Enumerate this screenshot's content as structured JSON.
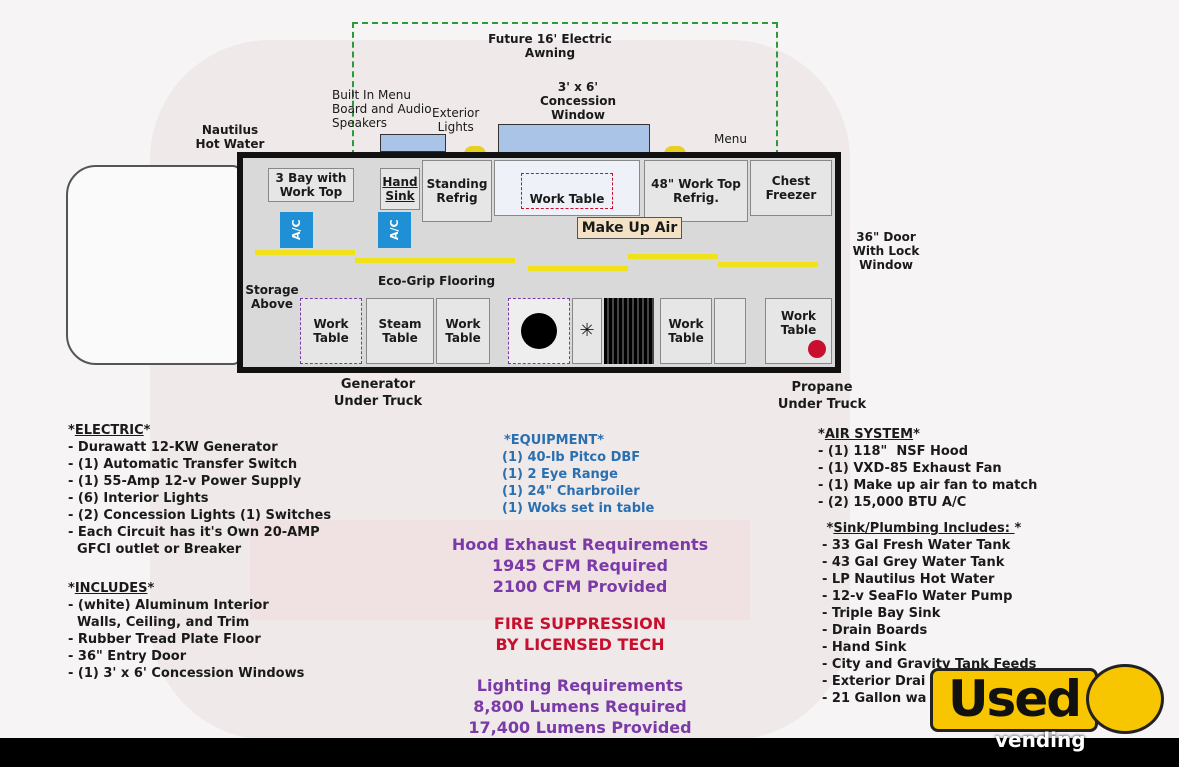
{
  "labels": {
    "awning": "Future 16' Electric\nAwning",
    "window": "3' x 6'\nConcession\nWindow",
    "menu_board": "Built In Menu\nBoard and Audio\nSpeakers",
    "ext_lights": "Exterior\nLights",
    "menu": "Menu",
    "nautilus": "Nautilus\nHot Water",
    "door": "36\" Door\nWith Lock\nWindow",
    "generator": "Generator\nUnder Truck",
    "propane": "Propane\nUnder Truck",
    "storage": "Storage\nAbove",
    "flooring": "Eco-Grip Flooring",
    "make_up_air": "Make Up Air"
  },
  "fixtures": {
    "bay": "3 Bay with\nWork Top",
    "hand_sink": "Hand\nSink",
    "standing_refrig": "Standing\nRefrig",
    "work_table_top": "Work Table",
    "refrig48": "48\" Work Top\nRefrig.",
    "freezer": "Chest\nFreezer",
    "ac": "A/C",
    "wt1": "Work\nTable",
    "steam": "Steam\nTable",
    "wt2": "Work\nTable",
    "wt3": "Work\nTable",
    "wt4": "Work\nTable"
  },
  "electric": {
    "title": "ELECTRIC",
    "items": [
      "- Durawatt 12-KW Generator",
      "- (1) Automatic Transfer Switch",
      "- (1) 55-Amp 12-v Power Supply",
      "- (6) Interior Lights",
      "- (2) Concession Lights (1) Switches",
      "- Each Circuit has it's Own 20-AMP\n  GFCI outlet or Breaker"
    ]
  },
  "includes": {
    "title": "INCLUDES",
    "items": [
      "- (white) Aluminum Interior\n  Walls, Ceiling, and Trim",
      "- Rubber Tread Plate Floor",
      "- 36\" Entry Door",
      "- (1) 3' x 6' Concession Windows"
    ]
  },
  "equipment": {
    "title": "*EQUIPMENT*",
    "items": [
      "(1) 40-lb Pitco DBF",
      "(1) 2 Eye Range",
      "(1) 24\" Charbroiler",
      "(1) Woks set in table"
    ]
  },
  "hood": [
    "Hood Exhaust Requirements",
    "1945 CFM Required",
    "2100 CFM Provided"
  ],
  "fire": [
    "FIRE SUPPRESSION",
    "BY LICENSED TECH"
  ],
  "lighting": [
    "Lighting Requirements",
    "8,800 Lumens Required",
    "17,400 Lumens Provided"
  ],
  "air": {
    "title": "AIR SYSTEM",
    "items": [
      "- (1) 118\"  NSF Hood",
      "- (1) VXD-85 Exhaust Fan",
      "- (1) Make up air fan to match",
      "- (2) 15,000 BTU A/C"
    ]
  },
  "plumbing": {
    "title": "Sink/Plumbing Includes: ",
    "items": [
      "- 33 Gal Fresh Water Tank",
      "- 43 Gal Grey Water Tank",
      "- LP Nautilus Hot Water",
      "- 12-v SeaFlo Water Pump",
      "- Triple Bay Sink",
      "- Drain Boards",
      "- Hand Sink",
      "- City and Gravity Tank Feeds",
      "- Exterior Drai",
      "- 21 Gallon wa"
    ]
  },
  "logo": {
    "main": "Used",
    "sub": "vending"
  },
  "colors": {
    "equipment": "#2a6fb0",
    "purple": "#7a3aa8",
    "red": "#c8102e",
    "ac": "#1f8fd6",
    "stripe": "#f0e21a",
    "logo": "#f7c600"
  }
}
